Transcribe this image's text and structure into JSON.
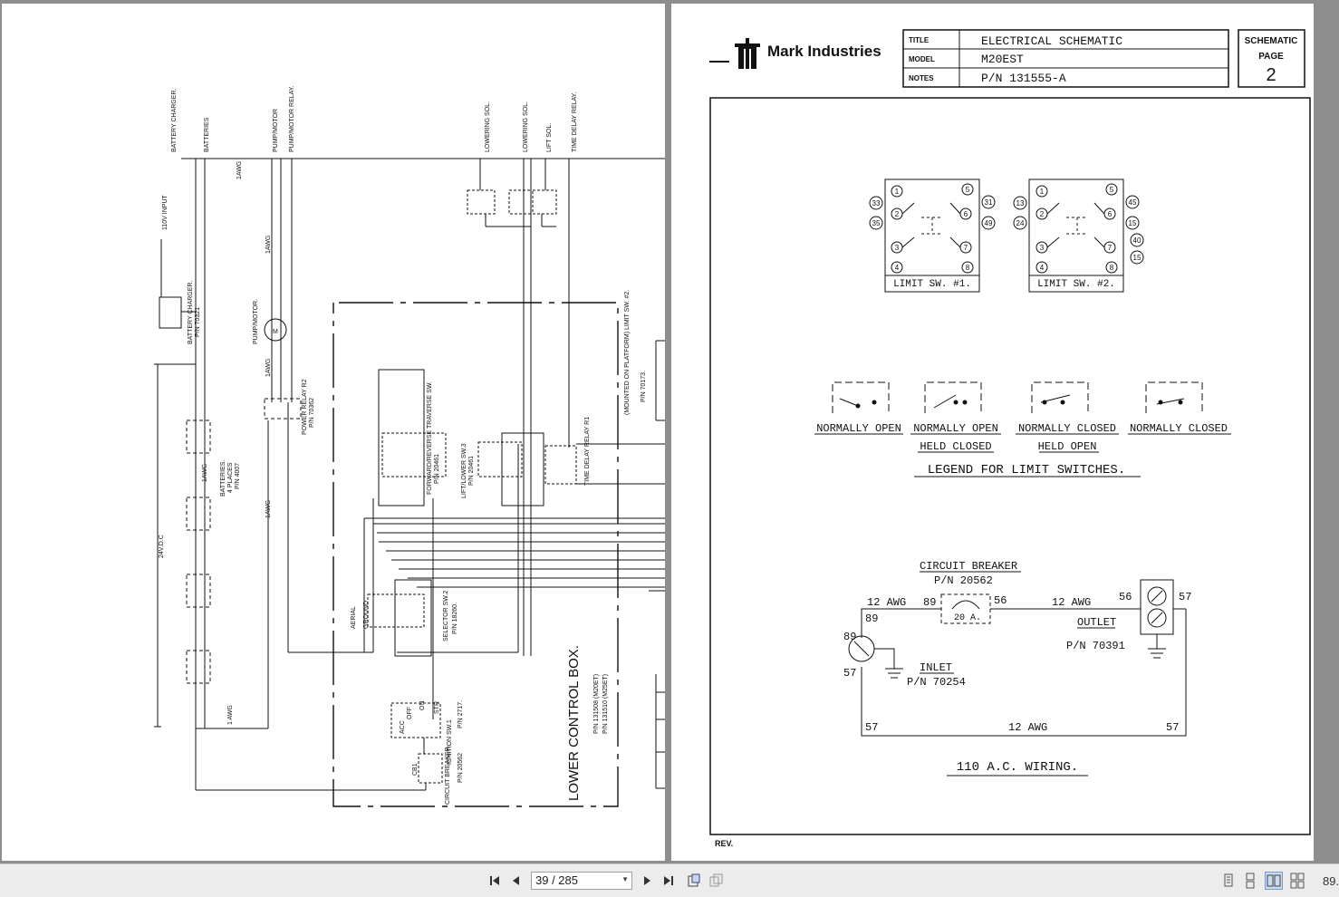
{
  "viewer": {
    "current_page": "39",
    "total_pages": "285",
    "page_indicator": "39 / 285",
    "zoom": "89.",
    "colors": {
      "background": "#8e8e8e",
      "toolbar": "#ececec",
      "active_view": "#c9d9ee"
    },
    "icons": [
      "first-page-icon",
      "prev-page-icon",
      "next-page-icon",
      "last-page-icon",
      "bookmark-icon",
      "copy-icon",
      "single-page-icon",
      "continuous-icon",
      "two-page-icon",
      "two-page-continuous-icon"
    ]
  },
  "left_page": {
    "top_labels": [
      "BATTERY CHARGER.",
      "BATTERIES",
      "PUMP/MOTOR",
      "PUMP/MOTOR RELAY.",
      "LOWERING SOL.",
      "LOWERING SOL.",
      "LIFT SOL.",
      "TIME DELAY RELAY."
    ],
    "input_label": "110V INPUT",
    "battery_charger": {
      "label": "BATTERY CHARGER.",
      "pn": "P/N 70321"
    },
    "batteries": {
      "label": "BATTERIES.",
      "count": "4 PLACES",
      "pn": "P/N 4007"
    },
    "voltage": "24V.D.C",
    "pump_motor": {
      "label": "PUMP/MOTOR.",
      "id": "M"
    },
    "power_relay": {
      "label": "POWER RELAY R2",
      "pn": "P/N 70362"
    },
    "selector": {
      "label": "SELECTOR SW.2",
      "pn": "P/N 18260."
    },
    "lift_lower": {
      "label": "LIFT/LOWER SW.3",
      "pn": "P/N 20461"
    },
    "forward_reverse": {
      "label": "FORWARD/REVERSE TRAVERSE SW.",
      "pn": "P/N 20461"
    },
    "time_delay": {
      "label": "TIME DELAY RELAY R1"
    },
    "limit_sw2_note": {
      "label": "(MOUNTED ON PLATFORM) LIMIT SW. #2.",
      "pn": "P/N 70173."
    },
    "ignition": {
      "label": "IGNITION SW.1",
      "pn": "P/N 2717.",
      "positions": [
        "ACC",
        "OFF",
        "ON",
        "STR"
      ]
    },
    "circuit_breaker": {
      "label": "CIRCUIT BREAKER",
      "pn": "P/N 20562",
      "id": "CB1"
    },
    "box_title": "LOWER CONTROL BOX.",
    "box_pns": [
      "P/N 131508 (M20ET)",
      "P/N 131510 (M25ET)"
    ],
    "wire_gauges": [
      "1AWG",
      "1AWG",
      "1AWG",
      "1AWG",
      "1AWG",
      "1 AWG"
    ],
    "aerial_ground": [
      "AERIAL",
      "GROUND"
    ]
  },
  "right_page": {
    "company": "Mark Industries",
    "title_block": {
      "title_label": "TITLE",
      "title_value": "ELECTRICAL SCHEMATIC",
      "model_label": "MODEL",
      "model_value": "M20EST",
      "notes_label": "NOTES",
      "notes_value": "P/N 131555-A"
    },
    "schematic_box": {
      "label": "SCHEMATIC",
      "page_label": "PAGE",
      "page_number": "2"
    },
    "limit_switch_1": {
      "label": "LIMIT SW. #1.",
      "inner_nums": [
        "1",
        "2",
        "3",
        "4",
        "5",
        "6",
        "7",
        "8"
      ],
      "outer_nums": [
        "33",
        "35",
        "31",
        "49"
      ]
    },
    "limit_switch_2": {
      "label": "LIMIT SW. #2.",
      "inner_nums": [
        "1",
        "2",
        "3",
        "4",
        "5",
        "6",
        "7",
        "8"
      ],
      "outer_nums": [
        "13",
        "24",
        "45",
        "15",
        "40",
        "15"
      ]
    },
    "legend": {
      "title": "LEGEND FOR LIMIT SWITCHES.",
      "items": [
        {
          "line1": "NORMALLY OPEN",
          "line2": ""
        },
        {
          "line1": "NORMALLY OPEN",
          "line2": "HELD CLOSED"
        },
        {
          "line1": "NORMALLY CLOSED",
          "line2": "HELD OPEN"
        },
        {
          "line1": "NORMALLY CLOSED",
          "line2": ""
        }
      ]
    },
    "ac_wiring": {
      "title": "110 A.C. WIRING.",
      "breaker_label": "CIRCUIT BREAKER",
      "breaker_pn": "P/N 20562",
      "breaker_rating": "20 A.",
      "outlet_label": "OUTLET",
      "outlet_pn": "P/N 70391",
      "inlet_label": "INLET",
      "inlet_pn": "P/N 70254",
      "awg_top_left": "12 AWG",
      "awg_top_right": "12 AWG",
      "awg_bottom": "12 AWG",
      "wires": [
        "89",
        "89",
        "89",
        "56",
        "56",
        "57",
        "57",
        "57",
        "57"
      ]
    },
    "rev_label": "REV."
  }
}
